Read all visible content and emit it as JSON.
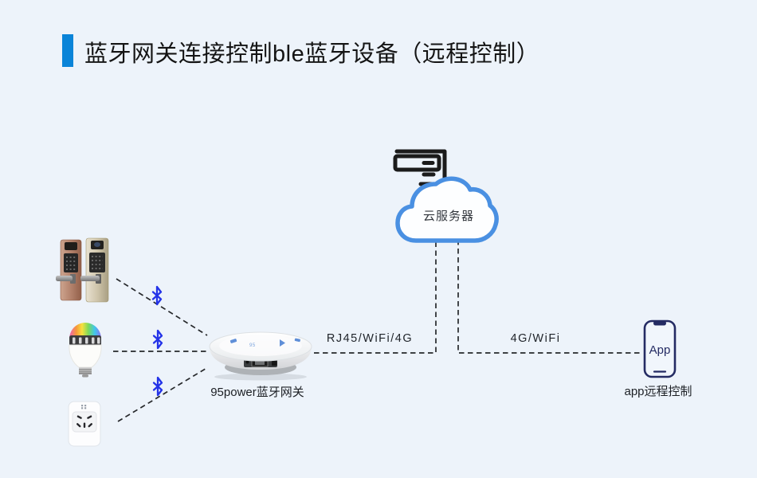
{
  "title": "蓝牙网关连接控制ble蓝牙设备（远程控制）",
  "colors": {
    "background": "#edf3fa",
    "accent_bar": "#0a84d8",
    "title_text": "#141414",
    "cloud_stroke": "#4a90e2",
    "server_icon": "#1b1b1b",
    "bluetooth_blue": "#2433e8",
    "dashed_line": "#26282b",
    "phone_outline": "#242b63"
  },
  "icons": {
    "bluetooth": "bluetooth-icon",
    "cloud_server": "cloud-server-icon",
    "smartphone": "smartphone-icon",
    "door_lock": "door-lock-photo",
    "light_bulb": "smart-bulb-photo",
    "smart_socket": "smart-socket-photo",
    "gateway": "bluetooth-gateway-photo"
  },
  "nodes": {
    "gateway": {
      "label": "95power蓝牙网关"
    },
    "cloud": {
      "label": "云服务器"
    },
    "phone": {
      "screen_text": "App",
      "label": "app远程控制"
    }
  },
  "links": {
    "gateway_cloud": {
      "label": "RJ45/WiFi/4G"
    },
    "cloud_phone": {
      "label": "4G/WiFi"
    }
  }
}
